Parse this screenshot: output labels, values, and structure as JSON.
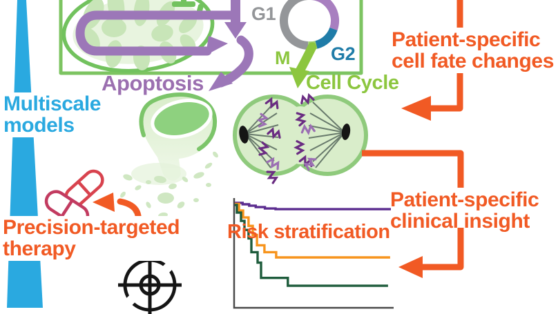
{
  "left_panel": {
    "multiscale_line1": "Multiscale",
    "multiscale_line2": "models",
    "therapy_line1": "Precision-targeted",
    "therapy_line2": "therapy"
  },
  "cell_module": {
    "apoptosis_label": "Apoptosis",
    "cell_cycle_label": "Cell Cycle",
    "phase_g1": "G1",
    "phase_g2": "G2",
    "phase_m": "M"
  },
  "right_callouts": {
    "fate_line1": "Patient-specific",
    "fate_line2": "cell fate changes",
    "insight_line1": "Patient-specific",
    "insight_line2": "clinical insight"
  },
  "risk_plot_label": "Risk stratification",
  "colors": {
    "accent_orange": "#f15a24",
    "accent_blue": "#2aa9e0",
    "purple_arrow": "#9c77b8",
    "apoptosis_text": "#9b6fb0",
    "box_green": "#7dc462",
    "cycle_green": "#8cc63f",
    "ring_gray": "#949699",
    "ring_purple": "#a87fc0",
    "ring_teal": "#1f7ca8",
    "km_purple": "#5b2c8f",
    "km_orange": "#f7941d",
    "km_green": "#1e5c3c",
    "pill_red": "#d8434e",
    "pill_crimson": "#c23b60",
    "axis_gray": "#4a4a4a"
  },
  "chart_data": {
    "type": "line",
    "title": "Risk stratification",
    "xlabel": "",
    "ylabel": "",
    "xlim": [
      0,
      1
    ],
    "ylim": [
      0,
      1
    ],
    "grid": false,
    "legend": "none",
    "note": "Kaplan-Meier style step curves, axes unlabeled; values normalized 0-1",
    "series": [
      {
        "name": "purple",
        "color": "#5b2c8f",
        "points": [
          [
            0,
            1
          ],
          [
            0.05,
            1
          ],
          [
            0.05,
            0.987
          ],
          [
            0.092,
            0.987
          ],
          [
            0.092,
            0.973
          ],
          [
            0.134,
            0.973
          ],
          [
            0.134,
            0.96
          ],
          [
            0.193,
            0.96
          ],
          [
            0.193,
            0.947
          ],
          [
            0.261,
            0.947
          ],
          [
            0.261,
            0.94
          ],
          [
            1.0,
            0.94
          ]
        ]
      },
      {
        "name": "orange",
        "color": "#f7941d",
        "points": [
          [
            0,
            0.99
          ],
          [
            0.027,
            0.99
          ],
          [
            0.027,
            0.927
          ],
          [
            0.053,
            0.927
          ],
          [
            0.053,
            0.861
          ],
          [
            0.088,
            0.861
          ],
          [
            0.088,
            0.781
          ],
          [
            0.115,
            0.781
          ],
          [
            0.115,
            0.695
          ],
          [
            0.142,
            0.695
          ],
          [
            0.142,
            0.596
          ],
          [
            0.19,
            0.596
          ],
          [
            0.19,
            0.53
          ],
          [
            0.265,
            0.53
          ],
          [
            0.265,
            0.48
          ],
          [
            0.995,
            0.48
          ]
        ]
      },
      {
        "name": "green",
        "color": "#1e5c3c",
        "points": [
          [
            0,
            0.98
          ],
          [
            0.013,
            0.98
          ],
          [
            0.013,
            0.907
          ],
          [
            0.04,
            0.907
          ],
          [
            0.04,
            0.828
          ],
          [
            0.062,
            0.828
          ],
          [
            0.062,
            0.742
          ],
          [
            0.088,
            0.742
          ],
          [
            0.088,
            0.662
          ],
          [
            0.106,
            0.662
          ],
          [
            0.106,
            0.53
          ],
          [
            0.146,
            0.53
          ],
          [
            0.146,
            0.43
          ],
          [
            0.168,
            0.43
          ],
          [
            0.168,
            0.285
          ],
          [
            0.34,
            0.285
          ],
          [
            0.34,
            0.21
          ],
          [
            0.982,
            0.21
          ]
        ]
      }
    ]
  }
}
